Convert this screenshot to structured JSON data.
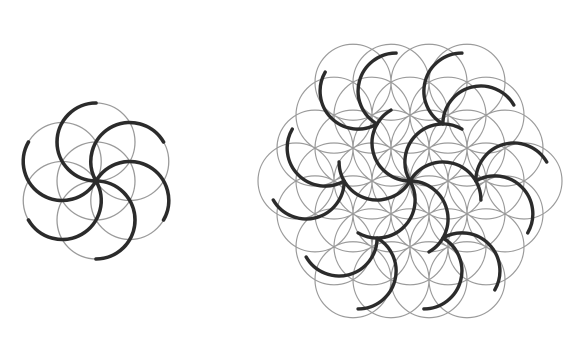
{
  "colors": {
    "background": "#ffffff",
    "thin_stroke": "#9a9a9a",
    "thick_stroke": "#2b2b2b"
  },
  "figures": [
    {
      "name": "six-petal-rosette",
      "circle_count": 7,
      "highlighted_arc_count": 6,
      "rotation": "clockwise-swirl"
    },
    {
      "name": "flower-of-life-with-swirls",
      "circle_count": 37,
      "highlighted_arc_count": 18,
      "rotation": "clockwise-swirl"
    }
  ]
}
